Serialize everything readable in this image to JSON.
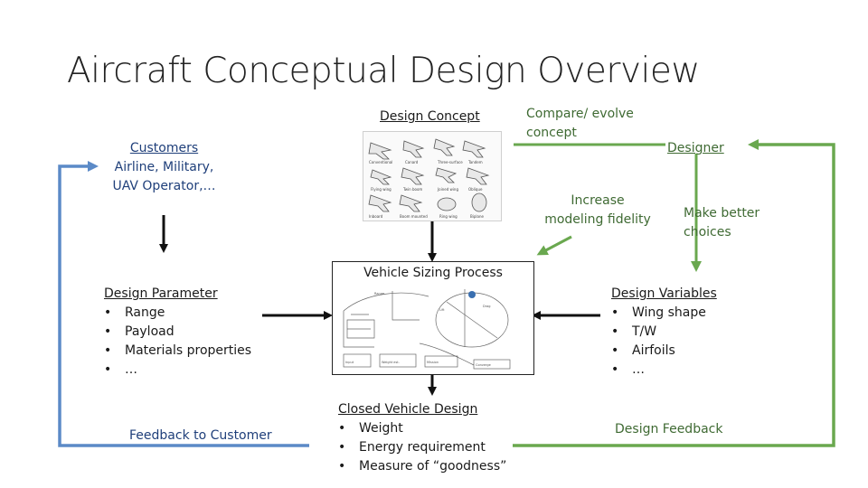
{
  "title": "Aircraft Conceptual Design Overview",
  "design_concept": {
    "label": "Design Concept"
  },
  "compare_evolve": {
    "label": "Compare/ evolve concept"
  },
  "designer": {
    "label": "Designer"
  },
  "customers": {
    "heading": "Customers",
    "line1": "Airline, Military,",
    "line2": "UAV Operator,…"
  },
  "increase_fidelity": {
    "line1": "Increase",
    "line2": "modeling fidelity"
  },
  "make_better": {
    "line1": "Make better",
    "line2": "choices"
  },
  "vehicle_sizing": {
    "label": "Vehicle Sizing Process"
  },
  "design_parameter": {
    "heading": "Design Parameter",
    "items": [
      "Range",
      "Payload",
      "Materials properties",
      "…"
    ]
  },
  "design_variables": {
    "heading": "Design Variables",
    "items": [
      "Wing shape",
      "T/W",
      "Airfoils",
      "…"
    ]
  },
  "closed_vehicle": {
    "heading": "Closed Vehicle Design",
    "items": [
      "Weight",
      "Energy requirement",
      "Measure of “goodness”"
    ]
  },
  "feedback_customer": {
    "label": "Feedback to Customer"
  },
  "design_feedback": {
    "label": "Design Feedback"
  },
  "colors": {
    "blue_loop": "#5b8ac7",
    "green_loop": "#6aa84f",
    "arrow": "#111111",
    "blue_text": "#1f3f7a",
    "green_text": "#3f6a33"
  }
}
